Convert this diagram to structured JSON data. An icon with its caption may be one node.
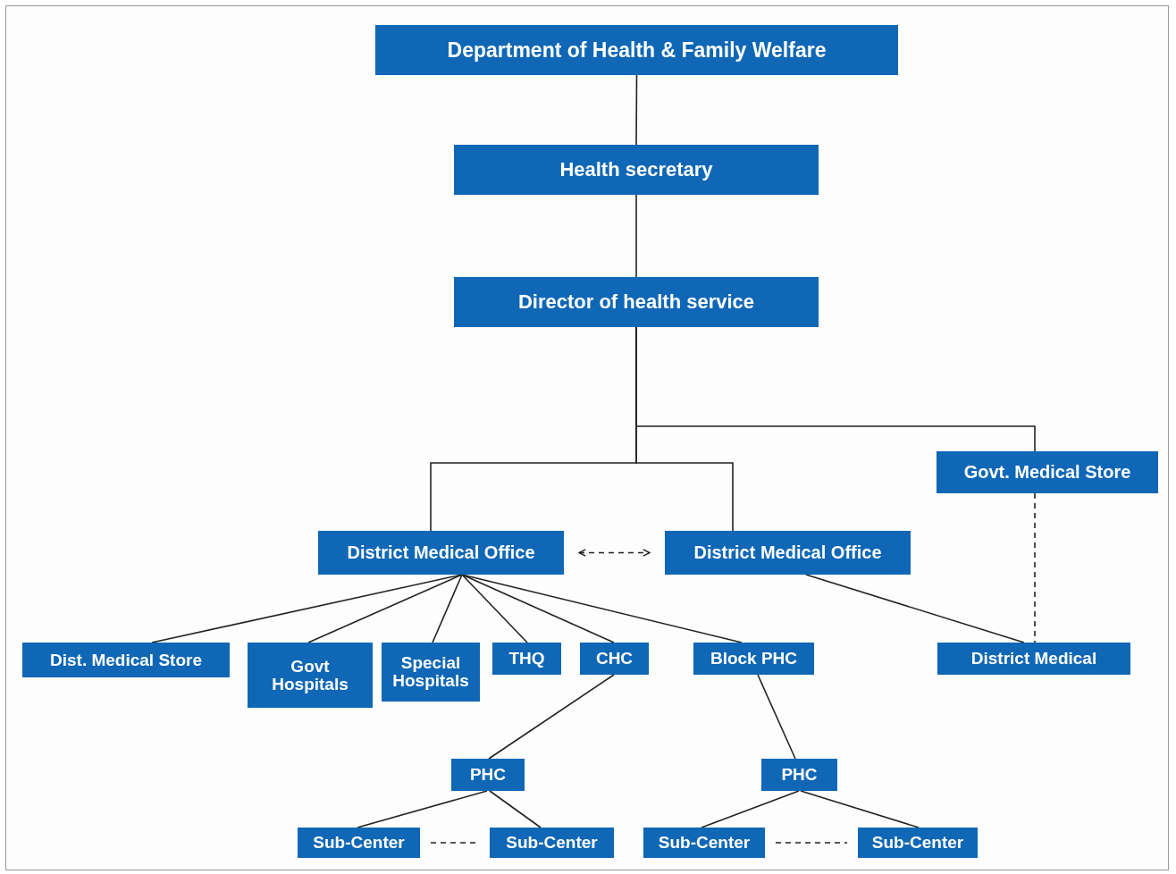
{
  "diagram": {
    "nodes": [
      {
        "text": [
          "Department of Health & Family Welfare"
        ]
      },
      {
        "text": [
          "Health secretary"
        ]
      },
      {
        "text": [
          "Director of health service"
        ]
      },
      {
        "text": [
          "Govt. Medical Store"
        ]
      },
      {
        "text": [
          "District Medical Office"
        ]
      },
      {
        "text": [
          "District Medical Office"
        ]
      },
      {
        "text": [
          "Dist. Medical Store"
        ]
      },
      {
        "text": [
          "Govt Hospitals"
        ]
      },
      {
        "text": [
          "Special Hospitals"
        ]
      },
      {
        "text": [
          "THQ"
        ]
      },
      {
        "text": [
          "CHC"
        ]
      },
      {
        "text": [
          "Block PHC"
        ]
      },
      {
        "text": [
          "District Medical"
        ]
      },
      {
        "text": [
          "PHC"
        ]
      },
      {
        "text": [
          "PHC"
        ]
      },
      {
        "text": [
          "Sub-Center"
        ]
      },
      {
        "text": [
          "Sub-Center"
        ]
      },
      {
        "text": [
          "Sub-Center"
        ]
      },
      {
        "text": [
          "Sub-Center"
        ]
      }
    ],
    "edges": [
      {
        "from": 0,
        "to": 1,
        "arrow": "none"
      },
      {
        "from": 1,
        "to": 2,
        "arrow": "none"
      },
      {
        "from": 2,
        "to": 4,
        "arrow": "none"
      },
      {
        "from": 2,
        "to": 5,
        "arrow": "none"
      },
      {
        "from": 2,
        "to": 3,
        "arrow": "none"
      },
      {
        "from": 4,
        "to": 5,
        "arrow": "both",
        "style": "dashed"
      },
      {
        "from": 3,
        "to": 12,
        "arrow": "none",
        "style": "dashed"
      },
      {
        "from": 4,
        "to": 6,
        "arrow": "none"
      },
      {
        "from": 4,
        "to": 7,
        "arrow": "none"
      },
      {
        "from": 4,
        "to": 8,
        "arrow": "none"
      },
      {
        "from": 4,
        "to": 9,
        "arrow": "none"
      },
      {
        "from": 4,
        "to": 10,
        "arrow": "none"
      },
      {
        "from": 4,
        "to": 11,
        "arrow": "none"
      },
      {
        "from": 5,
        "to": 12,
        "arrow": "none"
      },
      {
        "from": 10,
        "to": 13,
        "arrow": "none"
      },
      {
        "from": 11,
        "to": 14,
        "arrow": "none"
      },
      {
        "from": 13,
        "to": 15,
        "arrow": "none"
      },
      {
        "from": 13,
        "to": 16,
        "arrow": "none"
      },
      {
        "from": 14,
        "to": 17,
        "arrow": "none"
      },
      {
        "from": 14,
        "to": 18,
        "arrow": "none"
      },
      {
        "from": 15,
        "to": 16,
        "arrow": "none",
        "style": "dashed"
      },
      {
        "from": 17,
        "to": 18,
        "arrow": "none",
        "style": "dashed"
      }
    ]
  }
}
